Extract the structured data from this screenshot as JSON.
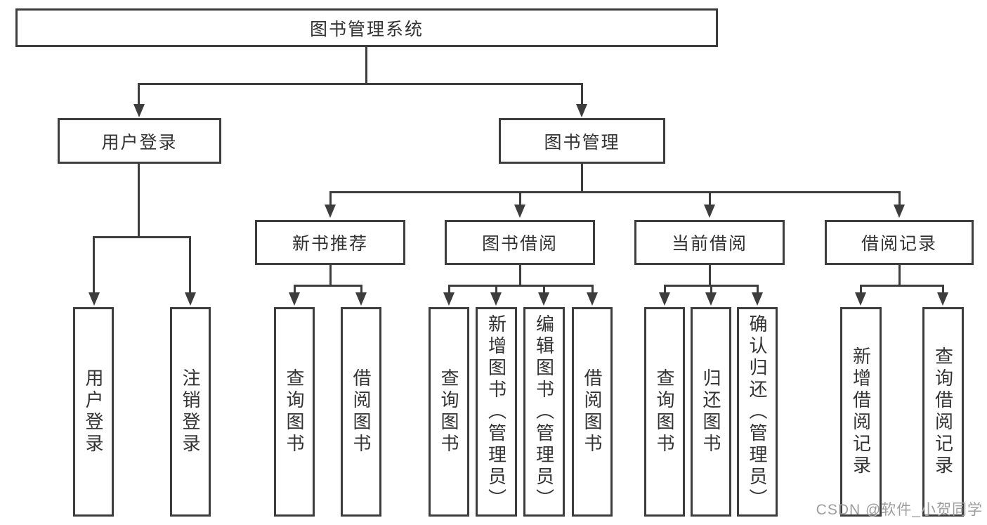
{
  "tree": {
    "label": "图书管理系统",
    "children": [
      {
        "label": "用户登录",
        "children": [
          {
            "label": "用户登录"
          },
          {
            "label": "注销登录"
          }
        ]
      },
      {
        "label": "图书管理",
        "children": [
          {
            "label": "新书推荐",
            "children": [
              {
                "label": "查询图书"
              },
              {
                "label": "借阅图书"
              }
            ]
          },
          {
            "label": "图书借阅",
            "children": [
              {
                "label": "查询图书"
              },
              {
                "label": "新增图书（管理员）"
              },
              {
                "label": "编辑图书（管理员）"
              },
              {
                "label": "借阅图书"
              }
            ]
          },
          {
            "label": "当前借阅",
            "children": [
              {
                "label": "查询图书"
              },
              {
                "label": "归还图书"
              },
              {
                "label": "确认归还（管理员）"
              }
            ]
          },
          {
            "label": "借阅记录",
            "children": [
              {
                "label": "新增借阅记录"
              },
              {
                "label": "查询借阅记录"
              }
            ]
          }
        ]
      }
    ]
  },
  "watermark": {
    "text": "CSDN @软件_小贺同学"
  },
  "colors": {
    "line": "#3d3d3d",
    "text": "#333333",
    "watermark": "#9d9d9d",
    "background": "#ffffff"
  }
}
